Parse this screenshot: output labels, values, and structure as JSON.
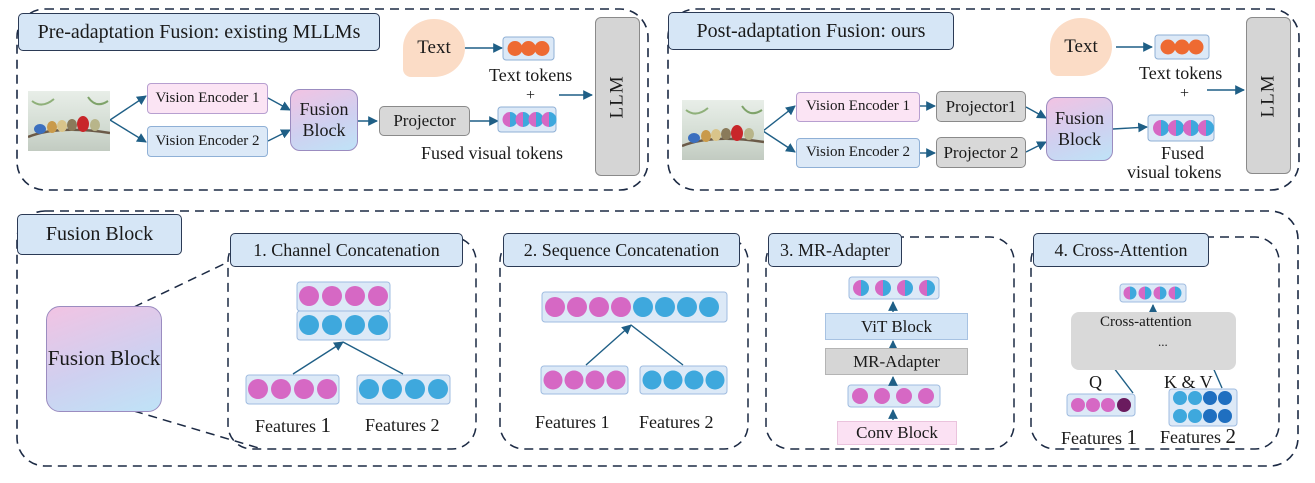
{
  "pre": {
    "title": "Pre-adaptation Fusion: existing MLLMs",
    "text_bubble": "Text",
    "text_tokens": "Text tokens",
    "plus": "+",
    "enc1": "Vision Encoder 1",
    "enc2": "Vision Encoder 2",
    "fusion": "Fusion Block",
    "projector": "Projector",
    "fused_tokens": "Fused visual tokens",
    "llm": "LLM"
  },
  "post": {
    "title": "Post-adaptation Fusion: ours",
    "text_bubble": "Text",
    "text_tokens": "Text tokens",
    "plus": "+",
    "enc1": "Vision Encoder 1",
    "enc2": "Vision Encoder 2",
    "proj1": "Projector1",
    "proj2": "Projector 2",
    "fusion": "Fusion Block",
    "fused_line1": "Fused",
    "fused_line2": "visual tokens",
    "llm": "LLM"
  },
  "fusion_block": {
    "title": "Fusion Block",
    "big_block": "Fusion Block",
    "channel": {
      "title": "1. Channel Concatenation",
      "f1_text": "Features ",
      "f1_num": "1",
      "f2": "Features 2"
    },
    "sequence": {
      "title": "2. Sequence Concatenation",
      "f1": "Features 1",
      "f2": "Features 2"
    },
    "mr": {
      "title": "3. MR-Adapter",
      "vit": "ViT Block",
      "mr_adapter": "MR-Adapter",
      "conv": "Conv Block"
    },
    "cross": {
      "title": "4. Cross-Attention",
      "ca": "Cross-attention",
      "dots": "...",
      "q": "Q",
      "kv": "K & V",
      "f1_text": "Features ",
      "f1_num": "1",
      "f2_text": "Features ",
      "f2_num": "2"
    }
  },
  "colors": {
    "pink_token": "#d668c4",
    "blue_token": "#3ea8dd",
    "orange_token": "#ee6a32",
    "dark_purple": "#6a1b5e",
    "dark_blue": "#1f6fc0",
    "arrow": "#1f5f86",
    "dash": "#1c2a44"
  }
}
